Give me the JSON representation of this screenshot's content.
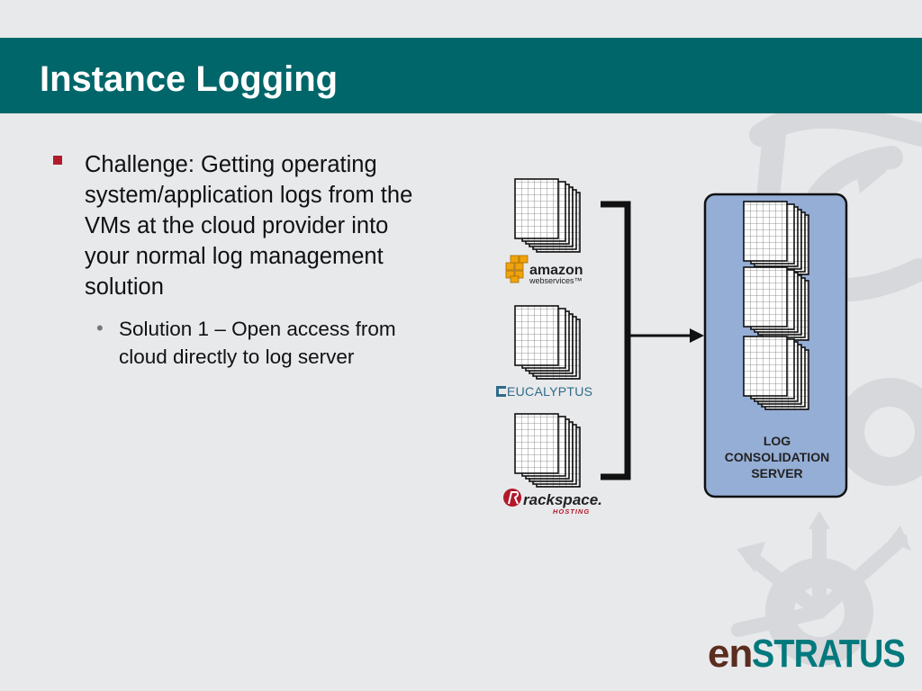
{
  "slide": {
    "title": "Instance Logging"
  },
  "bullets": {
    "main": "Challenge: Getting operating system/application logs from the VMs at the cloud provider into your normal log management solution",
    "sub": "Solution 1 – Open access from cloud directly to log server"
  },
  "diagram": {
    "providers": [
      {
        "name": "amazon",
        "logo_line1": "amazon",
        "logo_line2": "webservices™"
      },
      {
        "name": "eucalyptus",
        "logo_text": "EUCALYPTUS"
      },
      {
        "name": "rackspace",
        "logo_line1": "rackspace.",
        "logo_line2": "HOSTING"
      }
    ],
    "server_label_1": "LOG",
    "server_label_2": "CONSOLIDATION",
    "server_label_3": "SERVER"
  },
  "branding": {
    "prefix": "en",
    "suffix": "STRATUS"
  },
  "colors": {
    "title_bar": "#006669",
    "bullet_square": "#b01c2e",
    "server_box": "#95aed6",
    "brand_prefix": "#5a2d1e",
    "brand_suffix": "#00797d"
  }
}
